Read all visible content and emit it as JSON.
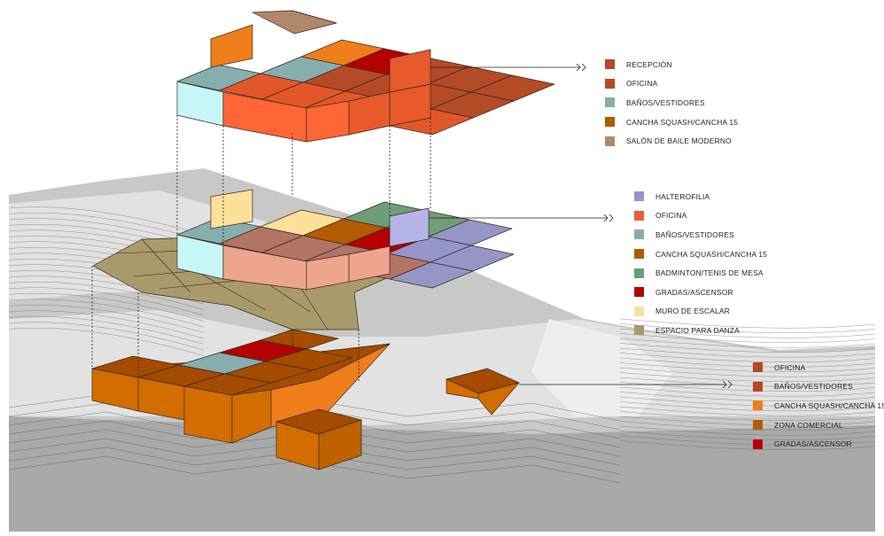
{
  "colors": {
    "terrain_dark": "#a9a9a9",
    "terrain_mid": "#c8c8c8",
    "terrain_light": "#e2e2e2",
    "recepcion": "#b54a27",
    "oficina_top": "#e2572a",
    "oficina_side": "#ff6635",
    "banos": "#86aeae",
    "banos_side": "#c7f6f6",
    "squash": "#b35b00",
    "salon_baile": "#b1876a",
    "halterofilia": "#9595c7",
    "halterofilia_side": "#b4b4e8",
    "oficina_mid": "#b27464",
    "oficina_mid_side": "#eea58d",
    "badminton": "#6f9d77",
    "gradas": "#b40000",
    "muro_escalar": "#fde099",
    "danza": "#a89a6a",
    "zona_comercial": "#a44b00",
    "zona_comercial_side": "#d36d00",
    "cancha_bright": "#ef7d1a"
  },
  "legends": [
    {
      "name": "upper-level",
      "items": [
        {
          "label": "RECEPCIÓN",
          "color": "#b54a27"
        },
        {
          "label": "OFICINA",
          "color": "#b94626"
        },
        {
          "label": "BAÑOS/VESTIDORES",
          "color": "#86aeae"
        },
        {
          "label": "CANCHA SQUASH/CANCHA 15",
          "color": "#b35b00"
        },
        {
          "label": "SALÓN DE BAILE MODERNO",
          "color": "#b1876a"
        }
      ]
    },
    {
      "name": "middle-level",
      "items": [
        {
          "label": "HALTEROFILIA",
          "color": "#9595c7"
        },
        {
          "label": "OFICINA",
          "color": "#e86135"
        },
        {
          "label": "BAÑOS/VESTIDORES",
          "color": "#86aeae"
        },
        {
          "label": "CANCHA SQUASH/CANCHA 15",
          "color": "#b35b00"
        },
        {
          "label": "BADMINTON/TENIS DE MESA",
          "color": "#6f9d77"
        },
        {
          "label": "GRADAS/ASCENSOR",
          "color": "#b40000"
        },
        {
          "label": "MURO DE ESCALAR",
          "color": "#fde099"
        },
        {
          "label": "ESPACIO PARA DANZA",
          "color": "#a89a6a"
        }
      ]
    },
    {
      "name": "lower-level",
      "items": [
        {
          "label": "OFICINA",
          "color": "#b94626"
        },
        {
          "label": "BAÑOS/VESTIDORES",
          "color": "#b94626"
        },
        {
          "label": "CANCHA SQUASH/CANCHA 15",
          "color": "#ef7d1a"
        },
        {
          "label": "ZONA COMERCIAL",
          "color": "#b35b00"
        },
        {
          "label": "GRADAS/ASCENSOR",
          "color": "#b40000"
        }
      ]
    }
  ]
}
